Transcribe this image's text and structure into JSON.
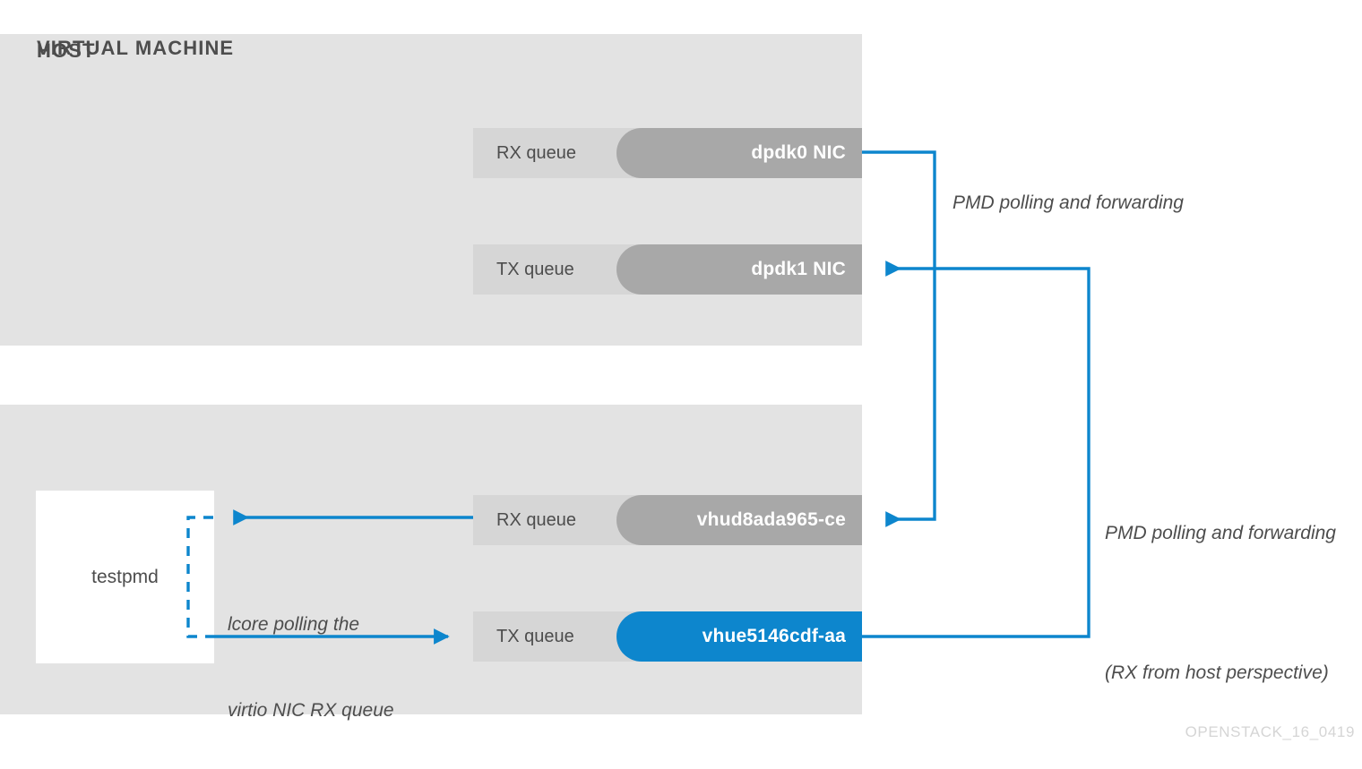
{
  "theme": {
    "page_bg": "#ffffff",
    "panel_bg": "#e3e3e3",
    "queue_bg": "#d6d6d6",
    "nic_gray": "#a8a8a8",
    "accent_blue": "#0d86cd",
    "text_gray": "#4d4d4d",
    "watermark_gray": "#d5d5d5"
  },
  "host": {
    "title": "HOST",
    "rows": [
      {
        "queue_label": "RX queue",
        "nic_label": "dpdk0 NIC",
        "nic_color": "gray"
      },
      {
        "queue_label": "TX queue",
        "nic_label": "dpdk1 NIC",
        "nic_color": "gray"
      }
    ]
  },
  "vm": {
    "title": "VIRTUAL MACHINE",
    "app_box_label": "testpmd",
    "rows": [
      {
        "queue_label": "RX queue",
        "nic_label": "vhud8ada965-ce",
        "nic_color": "gray"
      },
      {
        "queue_label": "TX queue",
        "nic_label": "vhue5146cdf-aa",
        "nic_color": "accent"
      }
    ]
  },
  "annotations": {
    "pmd_top": "PMD polling and forwarding",
    "pmd_right_line1": "PMD polling and forwarding",
    "pmd_right_line2": "(RX from host perspective)",
    "lcore_line1": "lcore polling the",
    "lcore_line2": "virtio NIC RX queue"
  },
  "watermark": "OPENSTACK_16_0419"
}
